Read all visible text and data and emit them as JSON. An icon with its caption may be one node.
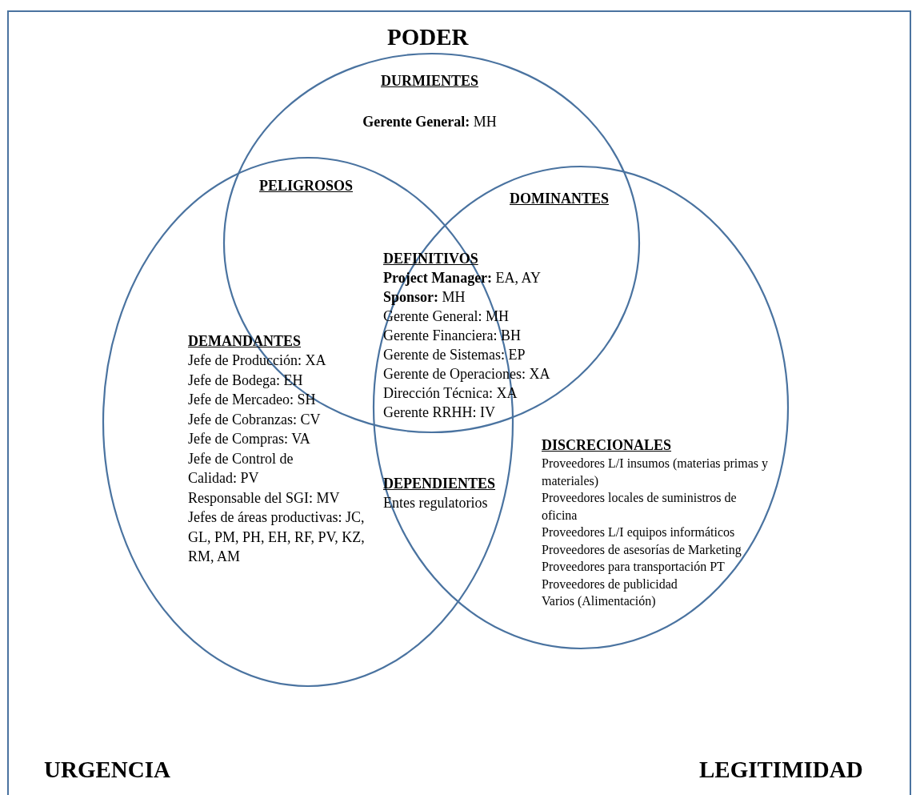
{
  "diagram": {
    "nodes": [
      {
        "text": [
          "PODER"
        ]
      },
      {
        "text": [
          "URGENCIA"
        ]
      },
      {
        "text": [
          "LEGITIMIDAD"
        ]
      }
    ],
    "labels": [
      "DURMIENTES",
      "**Gerente General:** MH",
      "PELIGROSOS",
      "DOMINANTES",
      "DEFINITIVOS",
      "**Project Manager:** EA, AY",
      "**Sponsor:** MH",
      "Gerente General: MH",
      "Gerente Financiera: BH",
      "Gerente de Sistemas: EP",
      "Gerente de Operaciones: XA",
      "Dirección Técnica: XA",
      "Gerente RRHH: IV",
      "DEMANDANTES",
      "Jefe de Producción: XA",
      "Jefe de Bodega: EH",
      "Jefe de Mercadeo: SH",
      "Jefe de Cobranzas: CV",
      "Jefe de Compras: VA",
      "Jefe de Control de Calidad: PV",
      "Responsable del SGI: MV",
      "Jefes de áreas productivas: JC, GL, PM, PH, EH, RF, PV, KZ, RM, AM",
      "DEPENDIENTES",
      "Entes regulatorios",
      "DISCRECIONALES",
      "Proveedores L/I insumos (materias primas y materiales)",
      "Proveedores locales de suministros de oficina",
      "Proveedores L/I equipos informáticos",
      "Proveedores de asesorías de Marketing",
      "Proveedores para transportación PT",
      "Proveedores de publicidad",
      "Varios (Alimentación)"
    ]
  }
}
